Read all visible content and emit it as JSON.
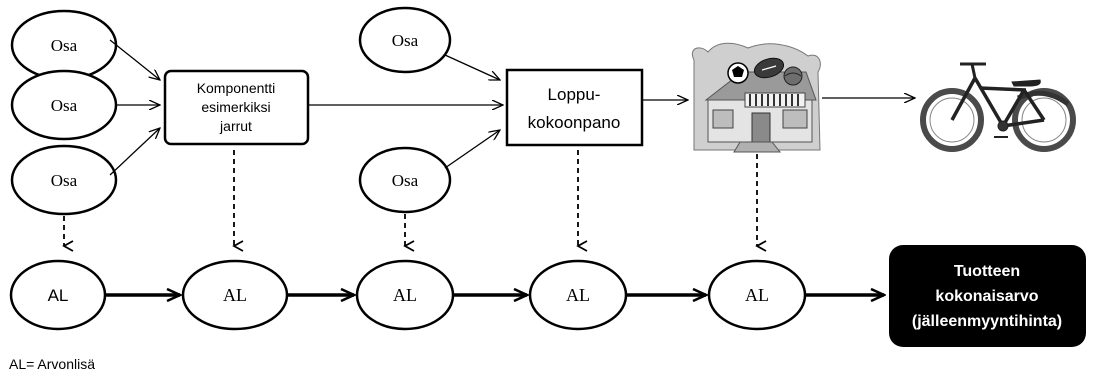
{
  "parts": {
    "osa_1": "Osa",
    "osa_2": "Osa",
    "osa_3": "Osa",
    "osa_4": "Osa",
    "osa_5": "Osa"
  },
  "boxes": {
    "component": [
      "Komponentti",
      "esimerkiksi",
      "jarrut"
    ],
    "assembly": [
      "Loppu-",
      "kokoonpano"
    ],
    "total": [
      "Tuotteen",
      "kokonaisarvo",
      "(jälleenmyyntihinta)"
    ]
  },
  "value_chain": {
    "al_1": "AL",
    "al_2": "AL",
    "al_3": "AL",
    "al_4": "AL",
    "al_5": "AL"
  },
  "legend": "AL= Arvonlisä",
  "icons": {
    "store": "store-icon",
    "bicycle": "bicycle-icon"
  },
  "colors": {
    "line": "#000000",
    "total_box_fill": "#000000",
    "total_box_text": "#ffffff"
  }
}
